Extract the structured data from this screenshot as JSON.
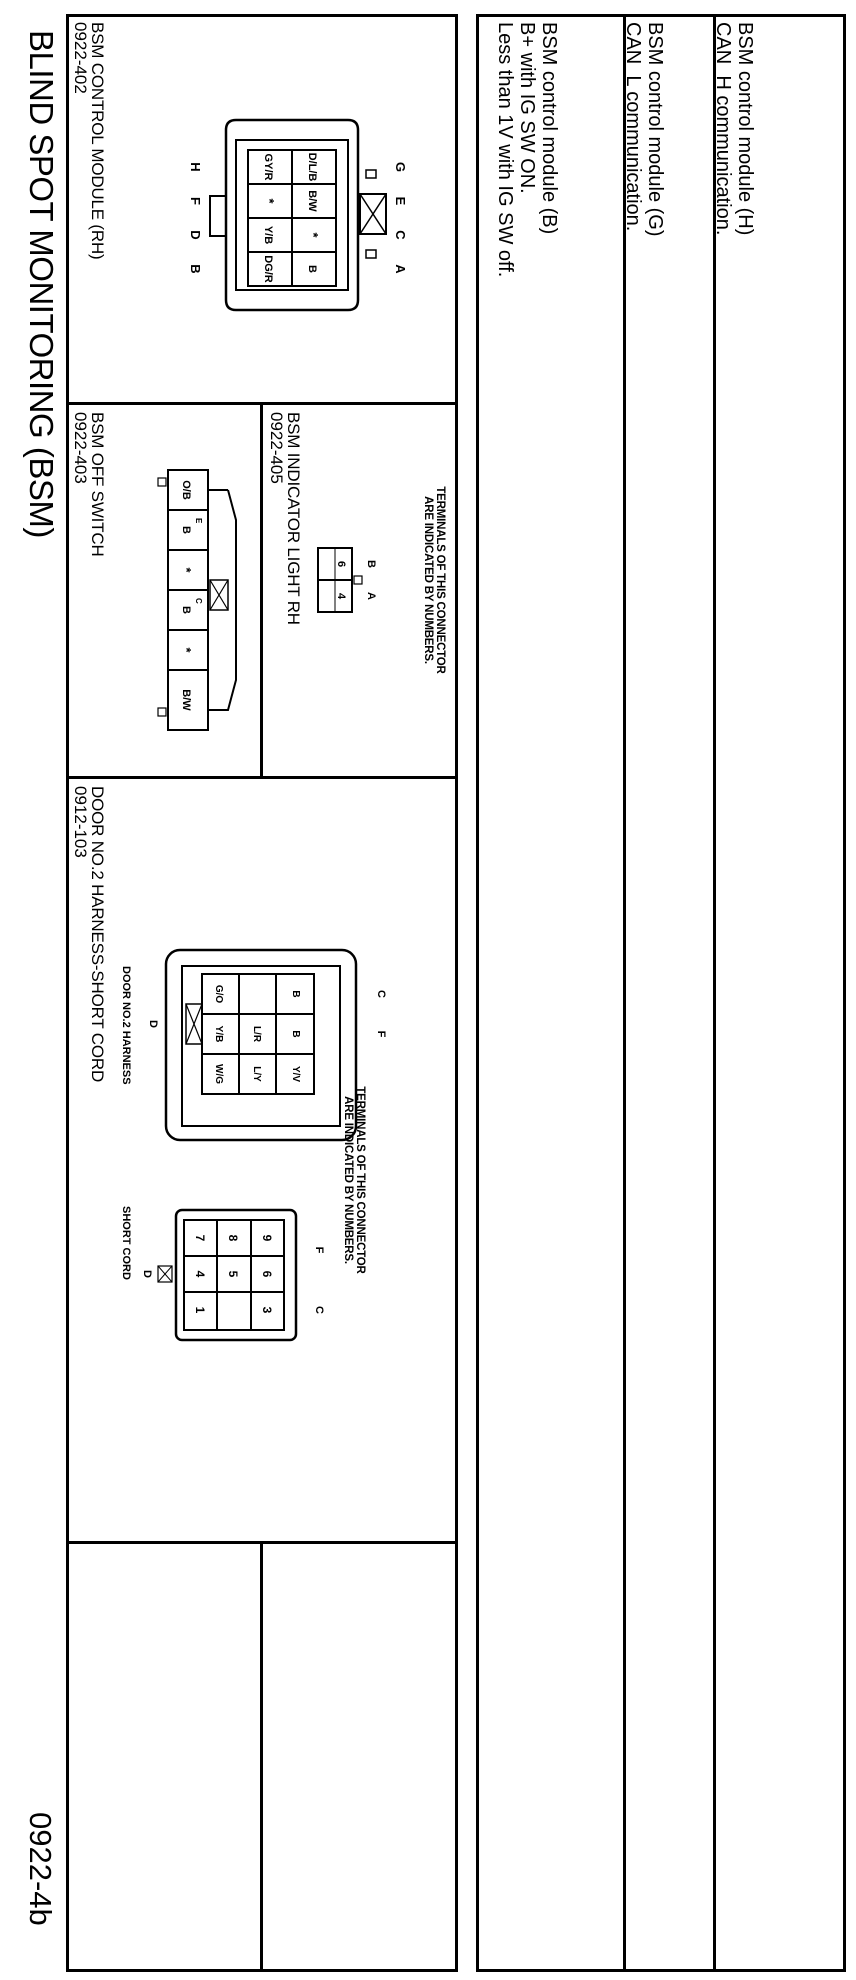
{
  "page_title": "BLIND SPOT MONITORING (BSM)",
  "page_number": "0922-4b",
  "connectors": [
    {
      "code": "0922-402",
      "name": "BSM CONTROL MODULE (RH)",
      "top_letters": [
        "G",
        "E",
        "C",
        "A"
      ],
      "bottom_letters": [
        "H",
        "F",
        "D",
        "B"
      ],
      "row1": [
        "D/L/B",
        "B/W",
        "*",
        "B"
      ],
      "row2": [
        "GY/R",
        "*",
        "Y/B",
        "DG/R"
      ]
    },
    {
      "code": "0922-403",
      "name": "BSM OFF SWITCH",
      "pins": [
        "O/B",
        "B",
        "*",
        "B",
        "*",
        "B/W"
      ],
      "pin_letters": [
        "E",
        "C"
      ]
    },
    {
      "code": "0922-405",
      "name": "BSM INDICATOR LIGHT RH",
      "letters": [
        "B",
        "A"
      ],
      "pins": [
        "6",
        "4"
      ],
      "note": "TERMINALS OF THIS CONNECTOR\nARE INDICATED BY NUMBERS."
    },
    {
      "code": "0912-103",
      "name": "DOOR NO.2 HARNESS-SHORT CORD",
      "harness_label": "DOOR NO.2 HARNESS",
      "harness_letters": {
        "top": "D",
        "bottom": [
          "C",
          "F"
        ]
      },
      "harness_row1": [
        "G/O",
        "Y/B",
        "W/G"
      ],
      "harness_row2": [
        "L/R",
        "L/Y"
      ],
      "harness_row3": [
        "B",
        "B",
        "Y/V"
      ],
      "short_label": "SHORT CORD",
      "short_letters": {
        "top": "D",
        "bottom": [
          "F",
          "C"
        ]
      },
      "short_row1": [
        "7",
        "4",
        "1"
      ],
      "short_row2": [
        "8",
        "5"
      ],
      "short_row3": [
        "9",
        "6",
        "3"
      ],
      "note": "TERMINALS OF THIS CONNECTOR\nARE INDICATED BY NUMBERS."
    }
  ],
  "descriptions": [
    "BSM control module (B)\nB+ with IG SW ON.\nLess than 1V with IG SW off.",
    "BSM control module (G)\nCAN_L communication.",
    "BSM control module (H)\nCAN_H communication."
  ]
}
